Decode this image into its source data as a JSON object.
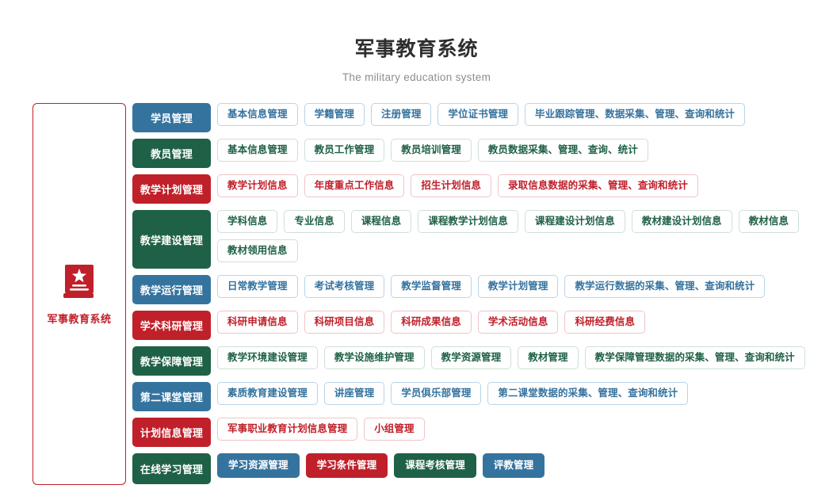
{
  "header": {
    "title": "军事教育系统",
    "subtitle": "The military education system"
  },
  "sidebar": {
    "icon": "book-star-icon",
    "label": "军事教育系统",
    "accent_color": "#c0202a"
  },
  "colors": {
    "blue": "#35739f",
    "green": "#1f6146",
    "red": "#c0202a",
    "blue_border": "#b8d4e8",
    "green_border": "#cfe0d7",
    "red_border": "#f0c4c6",
    "title": "#2e2e2e",
    "subtitle": "#8d8d8d"
  },
  "rows": [
    {
      "category": "学员管理",
      "color": "blue",
      "style": "outline",
      "items": [
        "基本信息管理",
        "学籍管理",
        "注册管理",
        "学位证书管理",
        "毕业跟踪管理、数据采集、管理、查询和统计"
      ]
    },
    {
      "category": "教员管理",
      "color": "green",
      "style": "outline",
      "items": [
        "基本信息管理",
        "教员工作管理",
        "教员培训管理",
        "教员数据采集、管理、查询、统计"
      ]
    },
    {
      "category": "教学计划管理",
      "color": "red",
      "style": "outline",
      "items": [
        "教学计划信息",
        "年度重点工作信息",
        "招生计划信息",
        "录取信息数据的采集、管理、查询和统计"
      ]
    },
    {
      "category": "教学建设管理",
      "color": "green",
      "style": "outline",
      "two_line": true,
      "items": [
        "学科信息",
        "专业信息",
        "课程信息",
        "课程教学计划信息",
        "课程建设计划信息",
        "教材建设计划信息",
        "教材信息",
        "教材领用信息"
      ]
    },
    {
      "category": "教学运行管理",
      "color": "blue",
      "style": "outline",
      "items": [
        "日常教学管理",
        "考试考核管理",
        "教学监督管理",
        "教学计划管理",
        "教学运行数据的采集、管理、查询和统计"
      ]
    },
    {
      "category": "学术科研管理",
      "color": "red",
      "style": "outline",
      "items": [
        "科研申请信息",
        "科研项目信息",
        "科研成果信息",
        "学术活动信息",
        "科研经费信息"
      ]
    },
    {
      "category": "教学保障管理",
      "color": "green",
      "style": "outline",
      "items": [
        "教学环境建设管理",
        "教学设施维护管理",
        "教学资源管理",
        "教材管理",
        "教学保障管理数据的采集、管理、查询和统计"
      ]
    },
    {
      "category": "第二课堂管理",
      "color": "blue",
      "style": "outline",
      "items": [
        "素质教育建设管理",
        "讲座管理",
        "学员俱乐部管理",
        "第二课堂数据的采集、管理、查询和统计"
      ]
    },
    {
      "category": "计划信息管理",
      "color": "red",
      "style": "outline",
      "items": [
        "军事职业教育计划信息管理",
        "小组管理"
      ]
    },
    {
      "category": "在线学习管理",
      "color": "green",
      "style": "solid",
      "last": true,
      "items": [
        {
          "label": "学习资源管理",
          "color": "blue"
        },
        {
          "label": "学习条件管理",
          "color": "red"
        },
        {
          "label": "课程考核管理",
          "color": "green"
        },
        {
          "label": "评教管理",
          "color": "blue"
        }
      ]
    }
  ]
}
